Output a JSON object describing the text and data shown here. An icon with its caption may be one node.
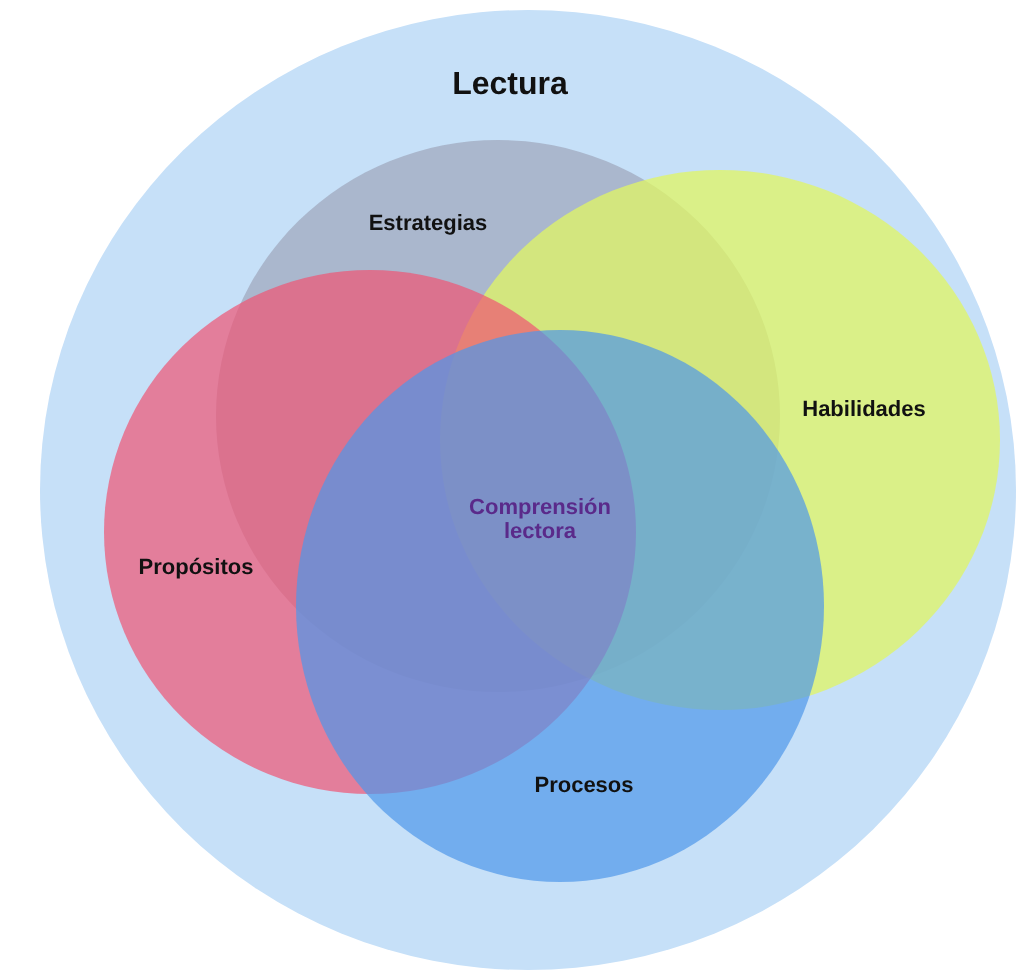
{
  "diagram": {
    "nodes": [
      {
        "text": [
          "Lectura"
        ]
      },
      {
        "text": [
          "Estrategias"
        ],
        "in": 0
      },
      {
        "text": [
          "Habilidades"
        ],
        "in": 0
      },
      {
        "text": [
          "Propósitos"
        ],
        "in": 0
      },
      {
        "text": [
          "Procesos"
        ],
        "in": 0
      }
    ],
    "labels": [
      "Comprensión lectora"
    ]
  }
}
